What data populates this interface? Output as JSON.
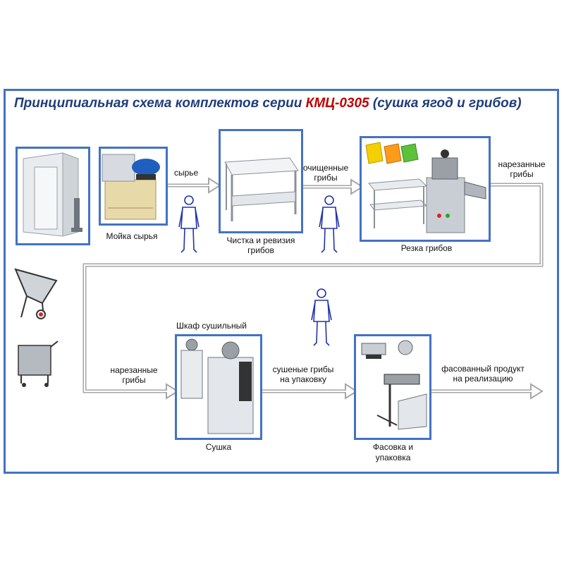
{
  "title": {
    "prefix": "Принципиальная схема комплектов серии ",
    "series": "КМЦ-0305",
    "suffix": " (сушка ягод и грибов)"
  },
  "colors": {
    "frame": "#4472c4",
    "title": "#1f3d7a",
    "series": "#c00000",
    "arrow": "#a6a6a6",
    "person": "#2233aa"
  },
  "stages": {
    "washing": "Мойка сырья",
    "cleaning_line1": "Чистка и ревизия",
    "cleaning_line2": "грибов",
    "cutting": "Резка грибов",
    "cabinet": "Шкаф сушильный",
    "drying": "Сушка",
    "packing_line1": "Фасовка и",
    "packing_line2": "упаковка"
  },
  "flows": {
    "raw": "сырье",
    "cleaned_line1": "очищенные",
    "cleaned_line2": "грибы",
    "sliced_top_line1": "нарезанные",
    "sliced_top_line2": "грибы",
    "sliced_bottom_line1": "нарезанные",
    "sliced_bottom_line2": "грибы",
    "dried_line1": "сушеные грибы",
    "dried_line2": "на упаковку",
    "packed_line1": "фасованный продукт",
    "packed_line2": "на реализацию"
  }
}
